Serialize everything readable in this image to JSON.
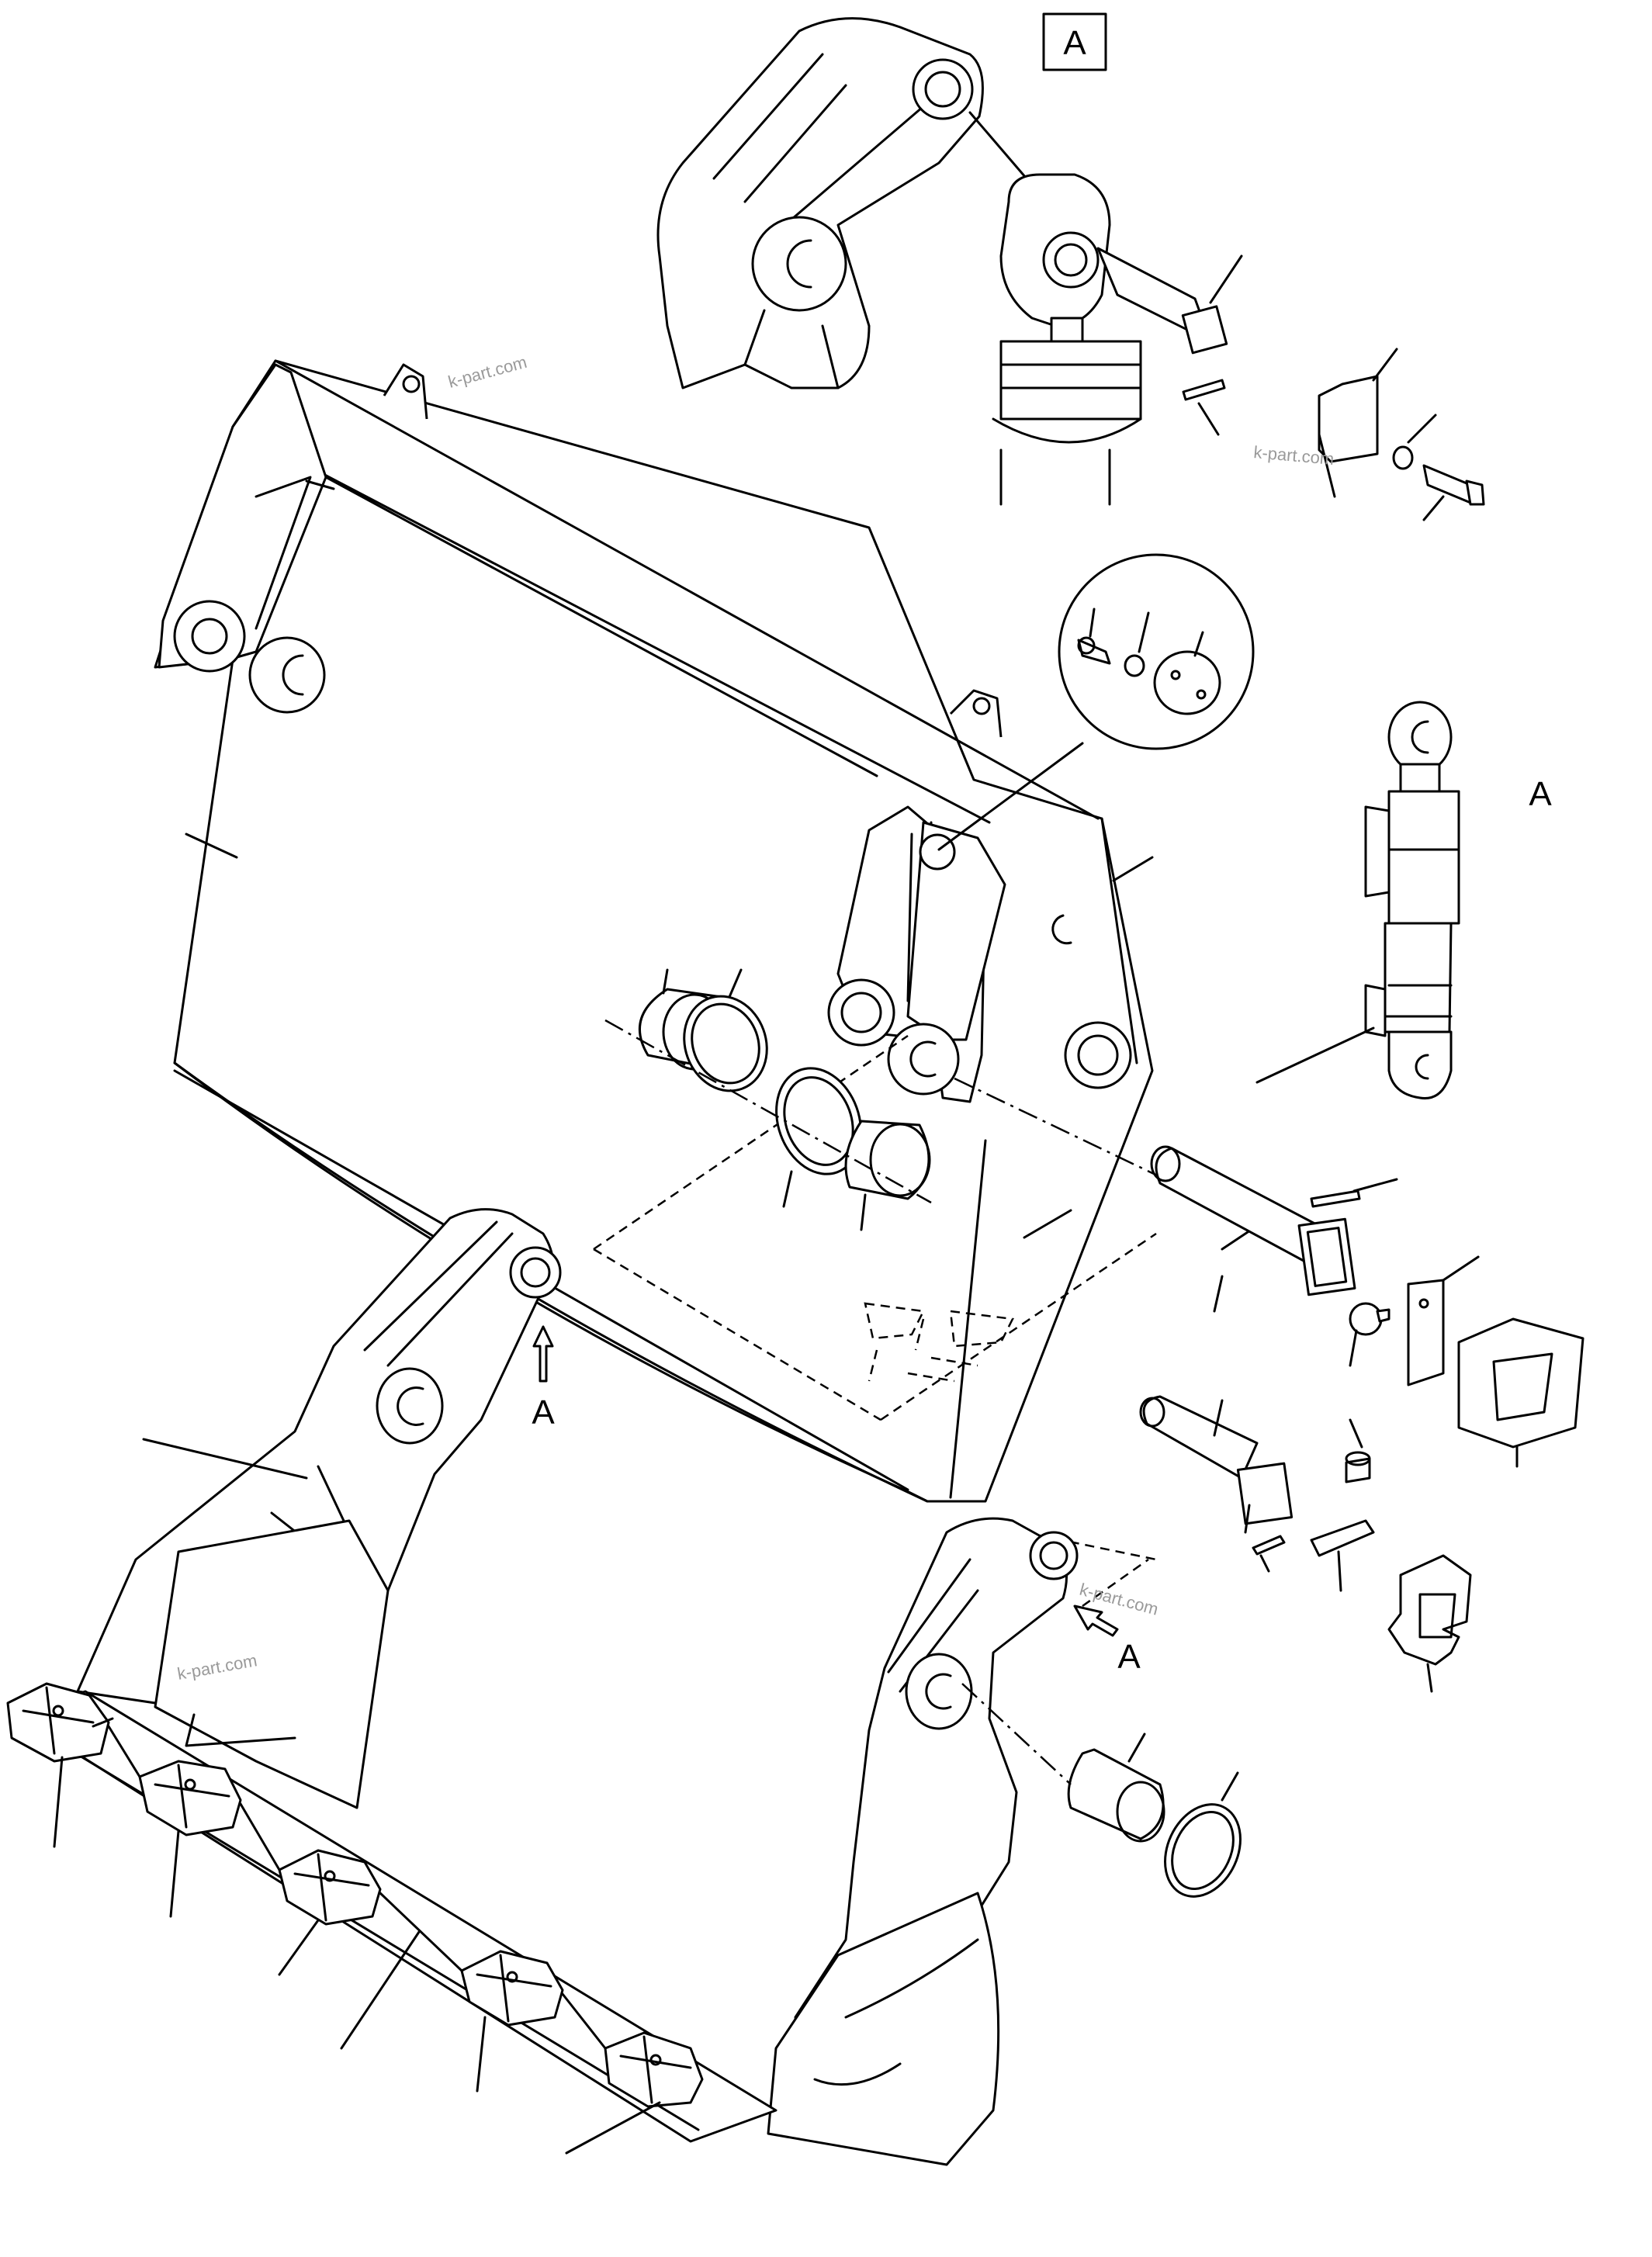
{
  "labels": {
    "boxed_view_label": "A",
    "cylinder_view_label": "A",
    "arrow_left_label": "A",
    "arrow_right_label": "A"
  },
  "watermark": {
    "text": "k-part.com",
    "color": "#9a9a9a"
  },
  "colors": {
    "line": "#000000",
    "background": "#ffffff"
  }
}
